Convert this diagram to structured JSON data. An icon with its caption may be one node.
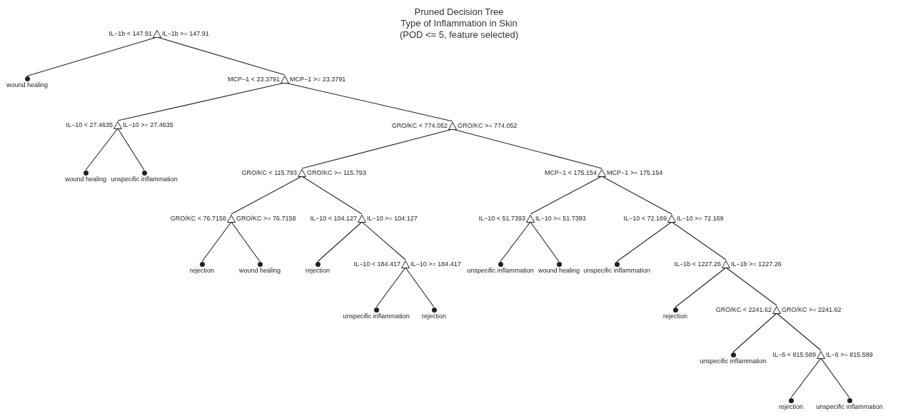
{
  "diagram": {
    "title": "Pruned Decision Tree",
    "labels": [
      "Type of Inflammation in Skin",
      "(POD <= 5, feature selected)"
    ],
    "nodes": [
      {
        "text": [
          "IL−1b < 147.91",
          "IL−1b >= 147.91"
        ]
      },
      {
        "text": [
          "wound healing"
        ]
      },
      {
        "text": [
          "MCP−1 < 23.3791",
          "MCP−1 >= 23.3791"
        ]
      },
      {
        "text": [
          "IL−10 < 27.4635",
          "IL−10 >= 27.4635"
        ]
      },
      {
        "text": [
          "wound healing"
        ]
      },
      {
        "text": [
          "unspecific inflammation"
        ]
      },
      {
        "text": [
          "GRO/KC < 774.052",
          "GRO/KC >= 774.052"
        ]
      },
      {
        "text": [
          "GRO/KC < 115.793",
          "GRO/KC >= 115.793"
        ]
      },
      {
        "text": [
          "GRO/KC < 76.7158",
          "GRO/KC >= 76.7158"
        ]
      },
      {
        "text": [
          "rejection"
        ]
      },
      {
        "text": [
          "wound healing"
        ]
      },
      {
        "text": [
          "IL−10 < 104.127",
          "IL−10 >= 104.127"
        ]
      },
      {
        "text": [
          "rejection"
        ]
      },
      {
        "text": [
          "IL−10 < 184.417",
          "IL−10 >= 184.417"
        ]
      },
      {
        "text": [
          "unspecific inflammation"
        ]
      },
      {
        "text": [
          "rejection"
        ]
      },
      {
        "text": [
          "MCP−1 < 175.154",
          "MCP−1 >= 175.154"
        ]
      },
      {
        "text": [
          "IL−10 < 51.7393",
          "IL−10 >= 51.7393"
        ]
      },
      {
        "text": [
          "unspecific inflammation"
        ]
      },
      {
        "text": [
          "wound healing"
        ]
      },
      {
        "text": [
          "IL−10 < 72.169",
          "IL−10 >= 72.169"
        ]
      },
      {
        "text": [
          "unspecific inflammation"
        ]
      },
      {
        "text": [
          "IL−1b < 1227.26",
          "IL−1b >= 1227.26"
        ]
      },
      {
        "text": [
          "rejection"
        ]
      },
      {
        "text": [
          "GRO/KC < 2241.62",
          "GRO/KC >= 2241.62"
        ]
      },
      {
        "text": [
          "unspecific inflammation"
        ]
      },
      {
        "text": [
          "IL−6 < 815.589",
          "IL−6 >= 815.589"
        ]
      },
      {
        "text": [
          "rejection"
        ]
      },
      {
        "text": [
          "unspecific inflammation"
        ]
      }
    ],
    "edges": [
      {
        "from": 0,
        "to": 1,
        "arrow": "none"
      },
      {
        "from": 0,
        "to": 2,
        "arrow": "none"
      },
      {
        "from": 2,
        "to": 3,
        "arrow": "none"
      },
      {
        "from": 3,
        "to": 4,
        "arrow": "none"
      },
      {
        "from": 3,
        "to": 5,
        "arrow": "none"
      },
      {
        "from": 2,
        "to": 6,
        "arrow": "none"
      },
      {
        "from": 6,
        "to": 7,
        "arrow": "none"
      },
      {
        "from": 7,
        "to": 8,
        "arrow": "none"
      },
      {
        "from": 8,
        "to": 9,
        "arrow": "none"
      },
      {
        "from": 8,
        "to": 10,
        "arrow": "none"
      },
      {
        "from": 7,
        "to": 11,
        "arrow": "none"
      },
      {
        "from": 11,
        "to": 12,
        "arrow": "none"
      },
      {
        "from": 11,
        "to": 13,
        "arrow": "none"
      },
      {
        "from": 13,
        "to": 14,
        "arrow": "none"
      },
      {
        "from": 13,
        "to": 15,
        "arrow": "none"
      },
      {
        "from": 6,
        "to": 16,
        "arrow": "none"
      },
      {
        "from": 16,
        "to": 17,
        "arrow": "none"
      },
      {
        "from": 17,
        "to": 18,
        "arrow": "none"
      },
      {
        "from": 17,
        "to": 19,
        "arrow": "none"
      },
      {
        "from": 16,
        "to": 20,
        "arrow": "none"
      },
      {
        "from": 20,
        "to": 21,
        "arrow": "none"
      },
      {
        "from": 20,
        "to": 22,
        "arrow": "none"
      },
      {
        "from": 22,
        "to": 23,
        "arrow": "none"
      },
      {
        "from": 22,
        "to": 24,
        "arrow": "none"
      },
      {
        "from": 24,
        "to": 25,
        "arrow": "none"
      },
      {
        "from": 24,
        "to": 26,
        "arrow": "none"
      },
      {
        "from": 26,
        "to": 27,
        "arrow": "none"
      },
      {
        "from": 26,
        "to": 28,
        "arrow": "none"
      }
    ]
  }
}
